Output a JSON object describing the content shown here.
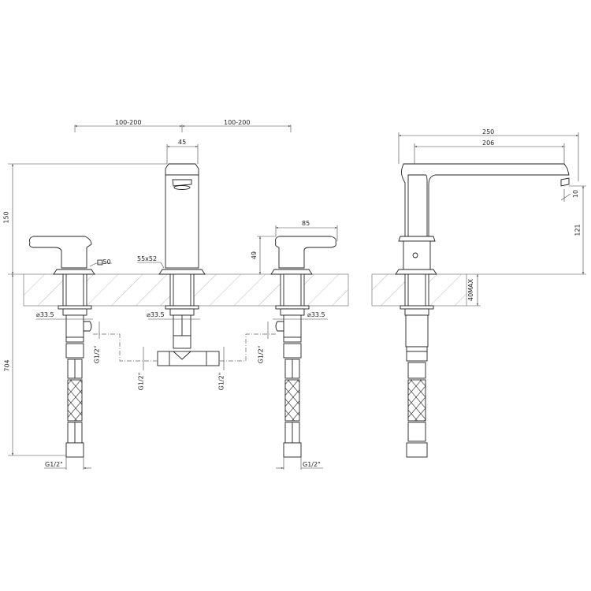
{
  "drawing": {
    "title": "Three-hole basin mixer technical drawing",
    "views": [
      "front-view",
      "side-view"
    ]
  },
  "front_view": {
    "spacing_left": "100-200",
    "spacing_right": "100-200",
    "spout_width": "45",
    "total_height": "150",
    "handle_square": "□50",
    "spout_base": "55x52",
    "handle_height": "49",
    "handle_width": "85",
    "shank_left": "⌀33.5",
    "shank_center": "⌀33.5",
    "shank_right": "⌀33.5",
    "hose_length": "704",
    "thread_left_outlet": "G1/2\"",
    "thread_right_outlet": "G1/2\"",
    "thread_tee_left": "G1/2\"",
    "thread_tee_right": "G1/2\"",
    "thread_left_hose": "G1/2\"",
    "thread_right_hose": "G1/2\""
  },
  "side_view": {
    "overall_length": "250",
    "reach": "206",
    "aerator_angle": "10",
    "spout_height": "121",
    "deck_thickness": "40MAX"
  }
}
